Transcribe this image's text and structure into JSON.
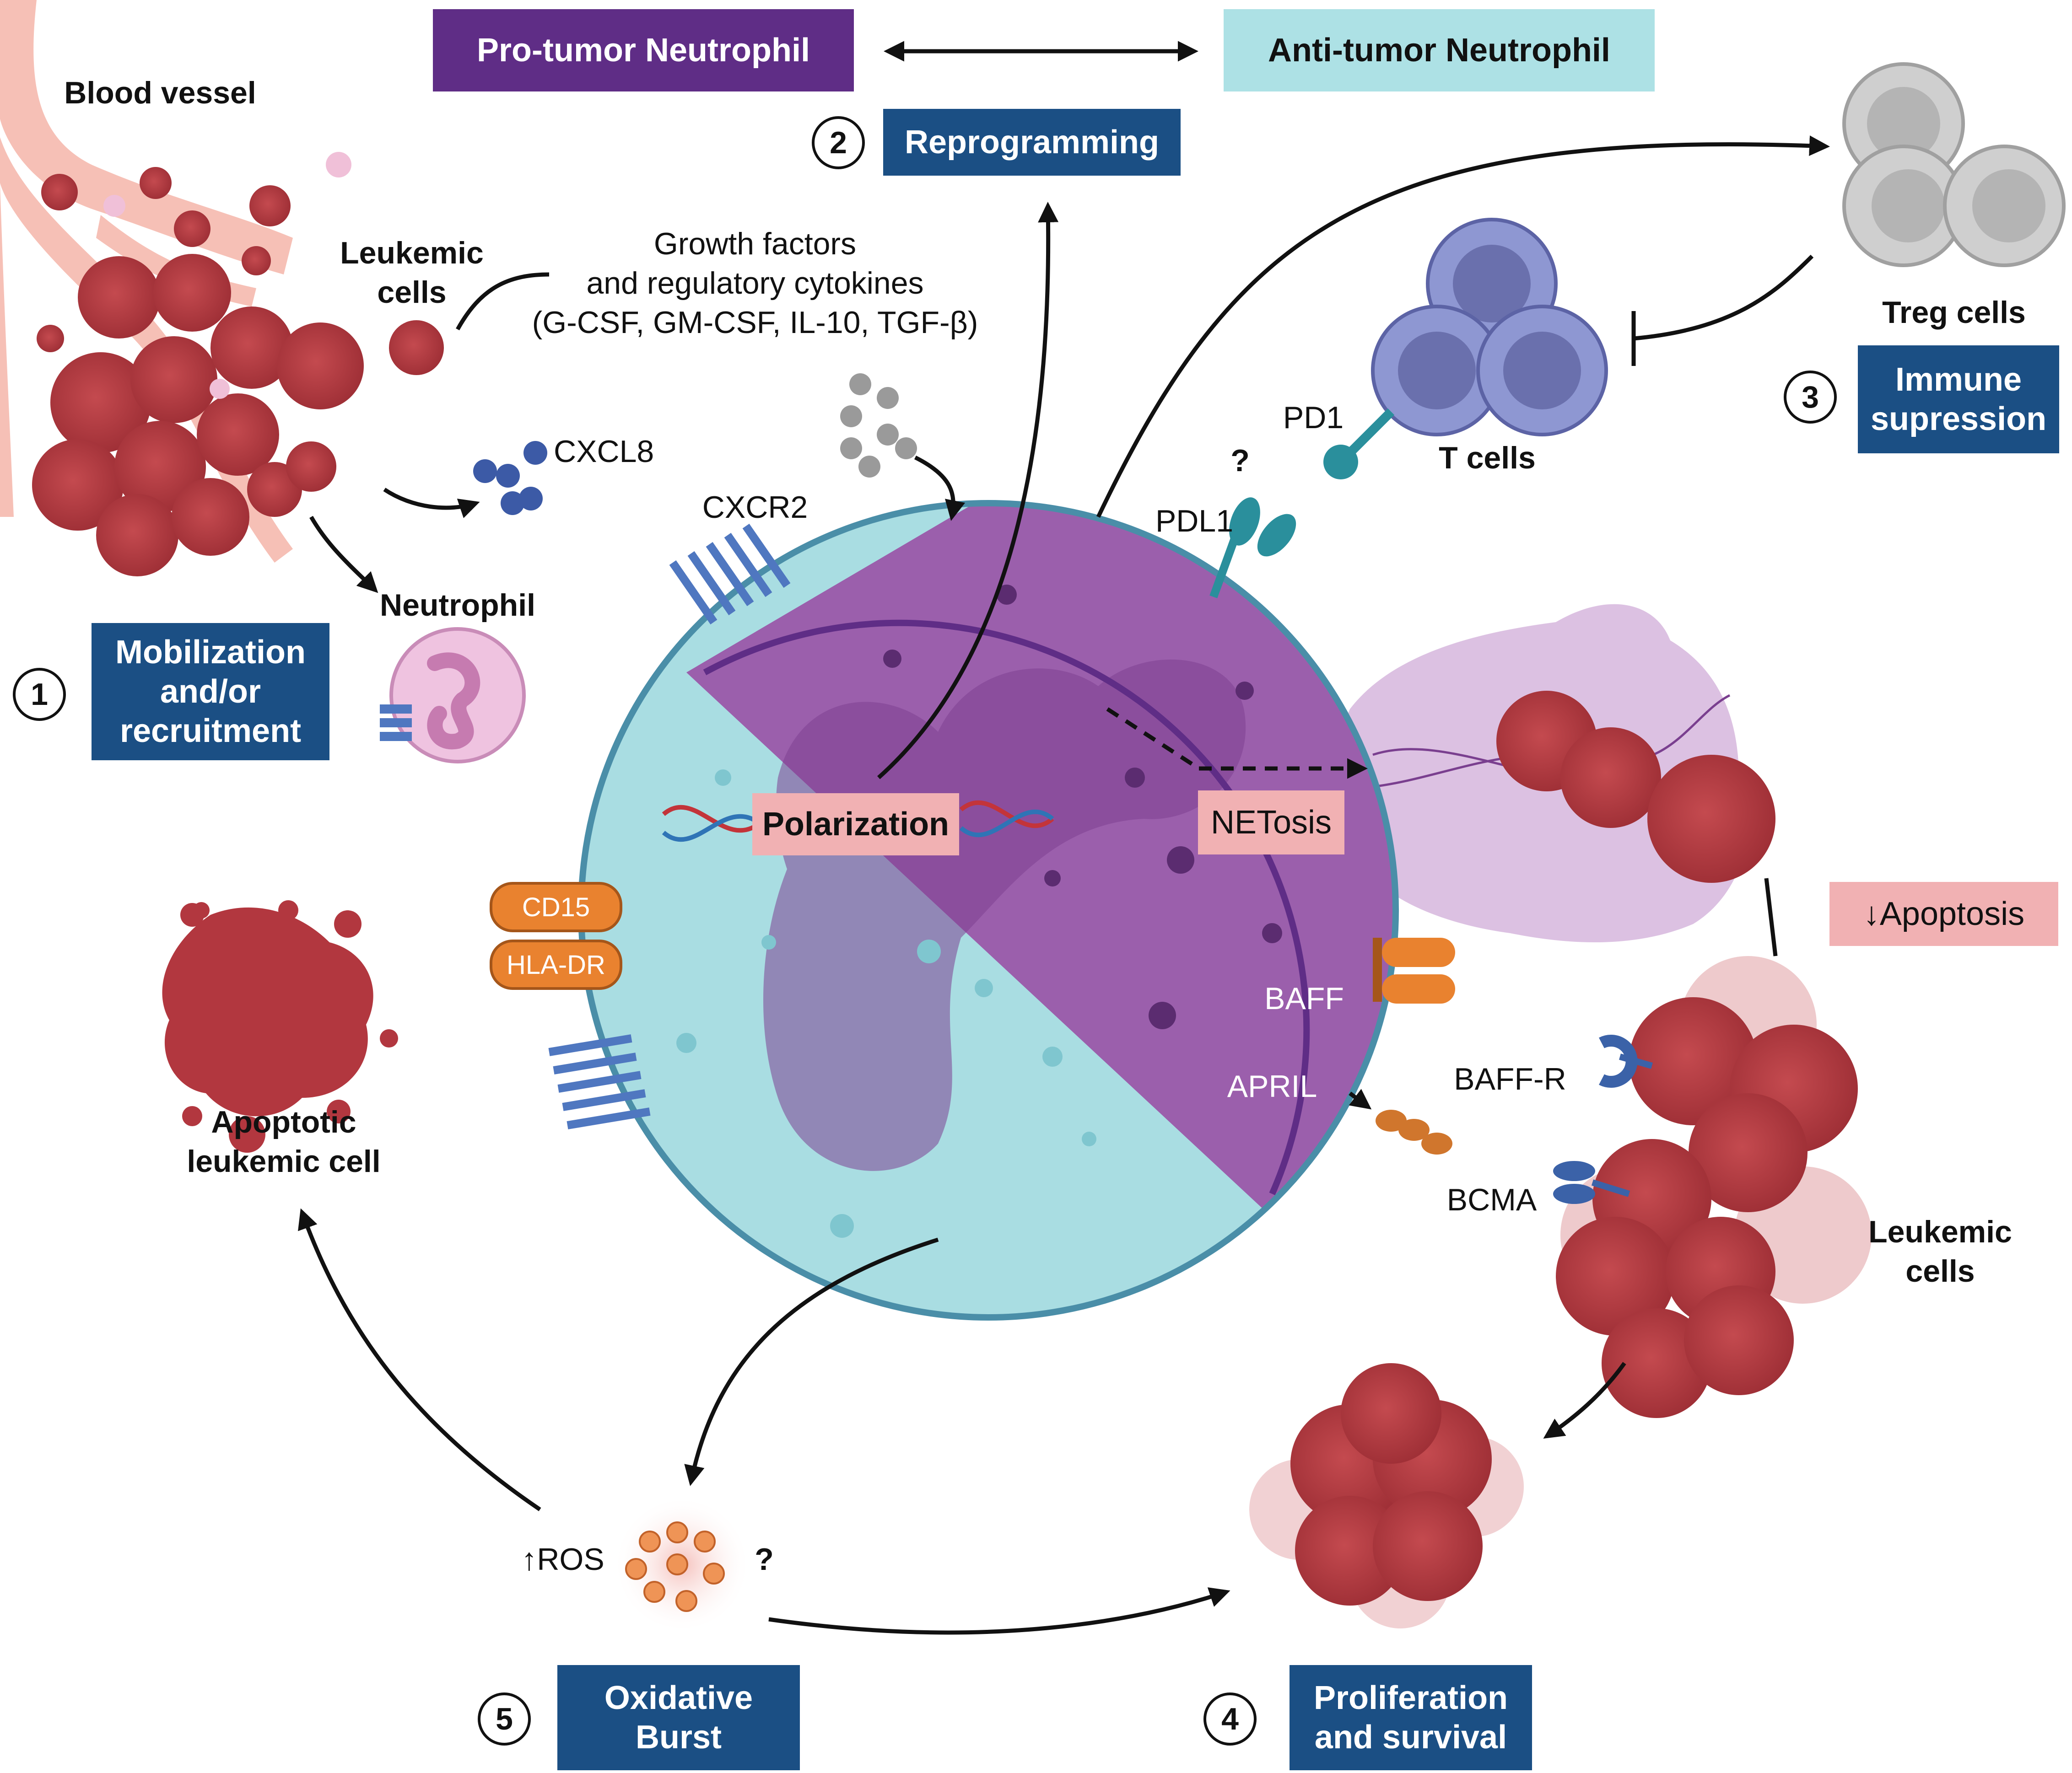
{
  "header": {
    "pro_tumor": "Pro-tumor Neutrophil",
    "anti_tumor": "Anti-tumor Neutrophil"
  },
  "steps": [
    {
      "number": "1",
      "label": "Mobilization\nand/or\nrecruitment"
    },
    {
      "number": "2",
      "label": "Reprogramming"
    },
    {
      "number": "3",
      "label": "Immune\nsupression"
    },
    {
      "number": "4",
      "label": "Proliferation\nand survival"
    },
    {
      "number": "5",
      "label": "Oxidative\nBurst"
    }
  ],
  "labels": {
    "blood_vessel": "Blood vessel",
    "leukemic_cells_top": "Leukemic\ncells",
    "growth_factors": "Growth factors\nand regulatory cytokines\n(G-CSF, GM-CSF, IL-10, TGF-β)",
    "cxcl8": "CXCL8",
    "neutrophil": "Neutrophil",
    "cxcr2": "CXCR2",
    "pdl1": "PDL1",
    "pd1": "PD1",
    "question": "?",
    "t_cells": "T cells",
    "treg_cells": "Treg cells",
    "polarization": "Polarization",
    "netosis": "NETosis",
    "apoptosis_down": "↓Apoptosis",
    "cd15": "CD15",
    "hla_dr": "HLA-DR",
    "baff": "BAFF",
    "april": "APRIL",
    "baff_r": "BAFF-R",
    "bcma": "BCMA",
    "leukemic_cells_right": "Leukemic\ncells",
    "apoptotic_cell": "Apoptotic\nleukemic cell",
    "ros": "↑ROS"
  },
  "colors": {
    "navy": "#1b4f84",
    "purple_header": "#5f2d86",
    "cyan_header": "#ade1e5",
    "pink_label": "#f1b1b3",
    "neutrophil_purple": "#9b5fac",
    "neutrophil_cyan": "#a9dde2",
    "leukemic_red": "#b2373f",
    "t_cell_blue": "#7f87c4",
    "treg_gray": "#c8c8c8",
    "orange": "#e9822f"
  }
}
